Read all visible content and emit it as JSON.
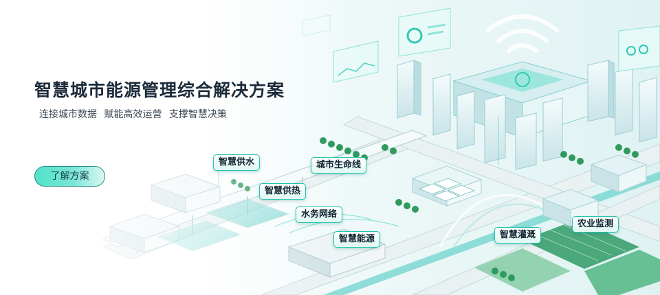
{
  "hero": {
    "title": "智慧城市能源管理综合解决方案",
    "subtitle": "连接城市数据 赋能高效运营 支撑智慧决策",
    "cta_label": "了解方案"
  },
  "labels": {
    "water_supply": "智慧供水",
    "lifeline": "城市生命线",
    "heating": "智慧供热",
    "water_network": "水务网络",
    "energy": "智慧能源",
    "irrigation": "智慧灌溉",
    "agri_monitor": "农业监测"
  },
  "colors": {
    "accent": "#50e3c7",
    "tag_border": "#20c4ac",
    "title": "#1c2b3a",
    "building": "#dff1f3",
    "road": "#e8eef0",
    "tree": "#2f9a5e"
  }
}
